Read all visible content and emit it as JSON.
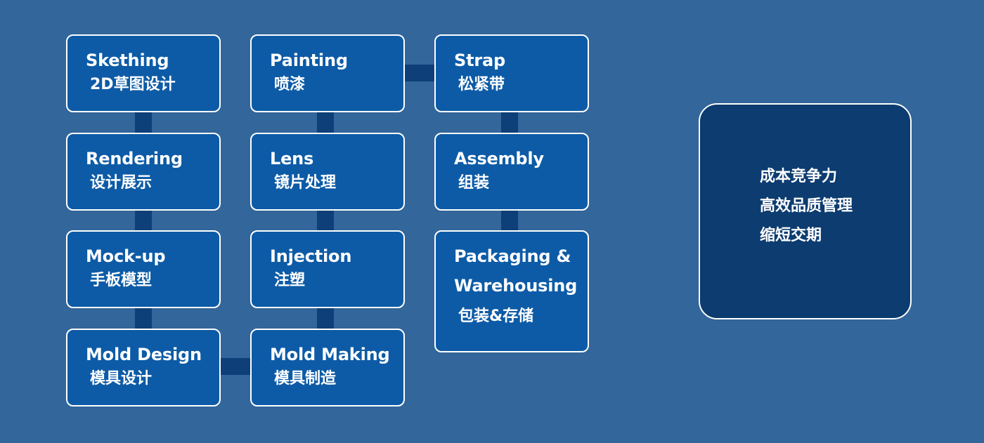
{
  "steps": {
    "sketching": {
      "en": "Skething",
      "zh": "2D草图设计"
    },
    "rendering": {
      "en": "Rendering",
      "zh": "设计展示"
    },
    "mockup": {
      "en": "Mock-up",
      "zh": "手板模型"
    },
    "mold_design": {
      "en": "Mold Design",
      "zh": "模具设计"
    },
    "painting": {
      "en": "Painting",
      "zh": "喷漆"
    },
    "lens": {
      "en": "Lens",
      "zh": "镜片处理"
    },
    "injection": {
      "en": "Injection",
      "zh": "注塑"
    },
    "mold_making": {
      "en": "Mold Making",
      "zh": "模具制造"
    },
    "strap": {
      "en": "Strap",
      "zh": "松紧带"
    },
    "assembly": {
      "en": "Assembly",
      "zh": "组装"
    },
    "packaging": {
      "en": "Packaging & Warehousing",
      "zh": "包装&存储"
    }
  },
  "summary": {
    "lines": [
      "成本竞争力",
      "高效品质管理",
      "缩短交期"
    ]
  },
  "colors": {
    "background": "#33669a",
    "step_box": "#0d5ba6",
    "connector": "#0f3f78",
    "summary_box": "#0c3c70",
    "text": "#ffffff"
  }
}
